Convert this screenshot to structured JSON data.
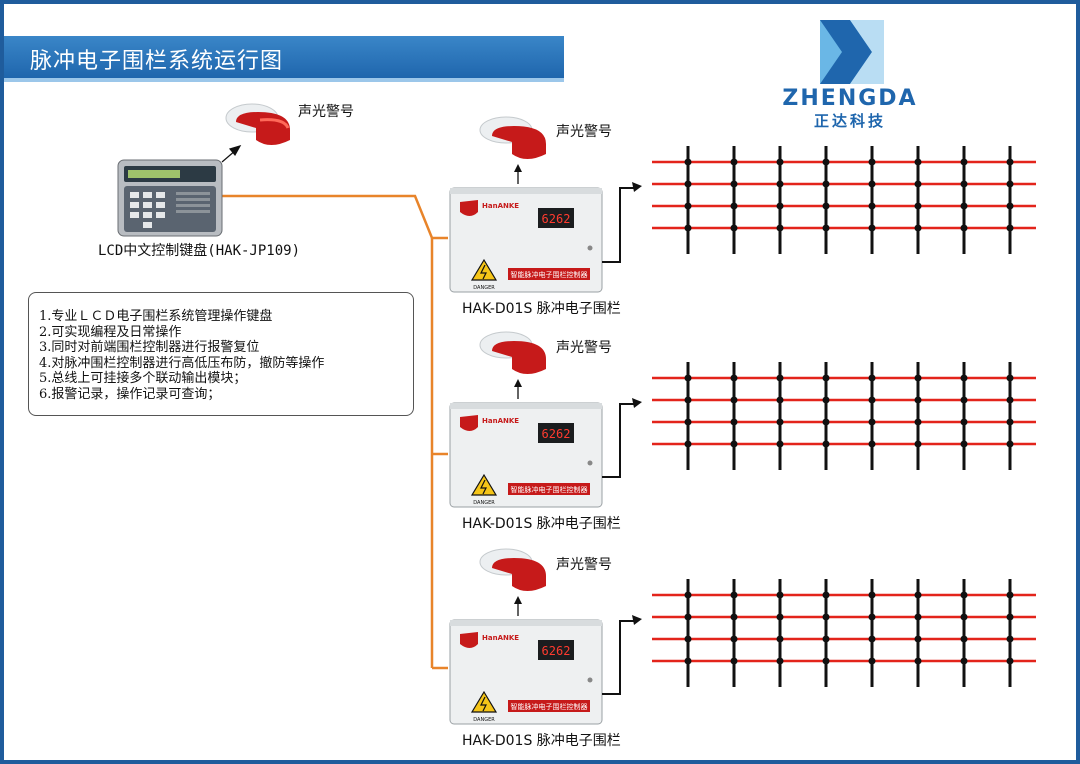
{
  "title": "脉冲电子围栏系统运行图",
  "logo": {
    "name": "ZHENGDA",
    "subtitle": "正达科技",
    "color": "#1f66ad"
  },
  "keyboard": {
    "label": "LCD中文控制键盘(HAK-JP109)",
    "alarm_label": "声光警号"
  },
  "features": [
    "1.专业ＬＣＤ电子围栏系统管理操作键盘",
    "2.可实现编程及日常操作",
    "3.同时对前端围栏控制器进行报警复位",
    "4.对脉冲围栏控制器进行高低压布防，撤防等操作",
    "5.总线上可挂接多个联动输出模块；",
    "6.报警记录，操作记录可查询；"
  ],
  "controllers": [
    {
      "label": "HAK-D01S 脉冲电子围栏",
      "alarm_label": "声光警号",
      "display": "6262"
    },
    {
      "label": "HAK-D01S 脉冲电子围栏",
      "alarm_label": "声光警号",
      "display": "6262"
    },
    {
      "label": "HAK-D01S 脉冲电子围栏",
      "alarm_label": "声光警号",
      "display": "6262"
    }
  ],
  "controller_panel": {
    "brand": "HanANKE",
    "strip_text": "智能脉冲电子围栏控制器",
    "danger": "DANGER"
  },
  "colors": {
    "bus_line": "#e8842a",
    "fence_wire": "#e3241b",
    "fence_post": "#111111",
    "title_bar": "#1f66ad"
  }
}
